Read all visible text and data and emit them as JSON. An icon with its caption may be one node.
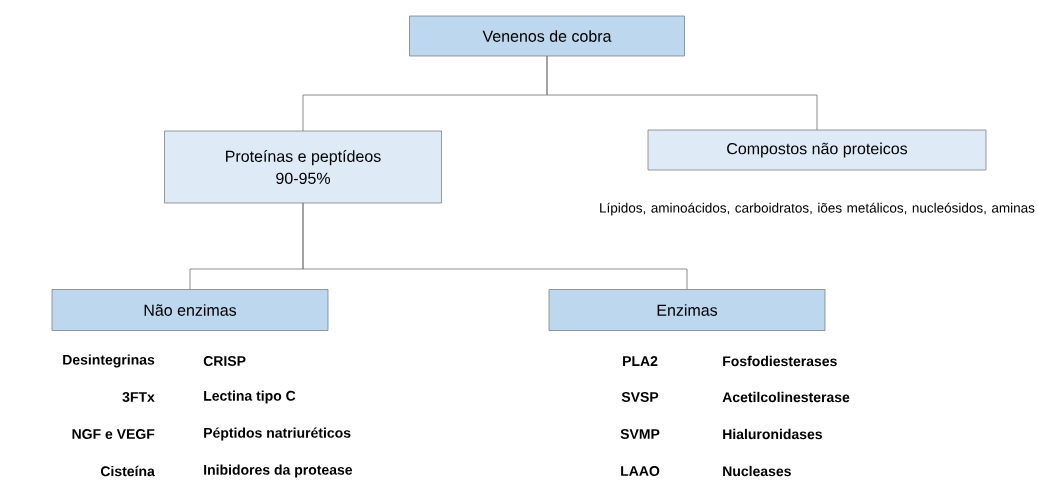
{
  "diagram": {
    "nodes": [
      {
        "text": [
          "Venenos de cobra"
        ]
      },
      {
        "text": [
          "Proteínas e peptídeos",
          "90-95%"
        ]
      },
      {
        "text": [
          "Compostos não proteicos"
        ],
        "beside": [
          "Lípidos, aminoácidos, carboidratos, iões metálicos, nucleósidos, aminas"
        ]
      },
      {
        "text": [
          "Não enzimas"
        ],
        "beside": [
          "Desintegrinas",
          "CRISP",
          "3FTx",
          "Lectina tipo C",
          "NGF e VEGF",
          "Péptidos natriuréticos",
          "Cisteína",
          "Inibidores da protease"
        ]
      },
      {
        "text": [
          "Enzimas"
        ],
        "beside": [
          "PLA2",
          "Fosfodiesterases",
          "SVSP",
          "Acetilcolinesterase",
          "SVMP",
          "Hialuronidases",
          "LAAO",
          "Nucleases"
        ]
      }
    ],
    "edges": [
      {
        "from": 0,
        "to": 1,
        "arrow": "none"
      },
      {
        "from": 0,
        "to": 2,
        "arrow": "none"
      },
      {
        "from": 1,
        "to": 3,
        "arrow": "none"
      },
      {
        "from": 1,
        "to": 4,
        "arrow": "none"
      }
    ]
  }
}
